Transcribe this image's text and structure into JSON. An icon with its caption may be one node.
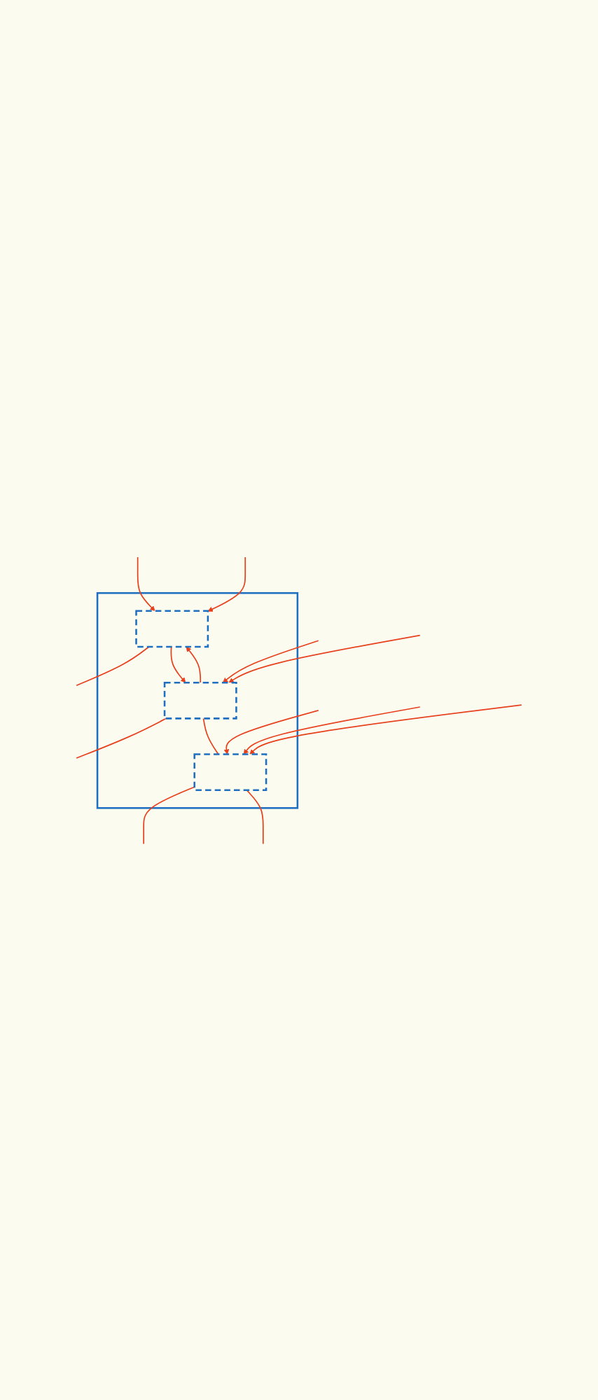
{
  "diagram": {
    "nodes": [
      {
        "text": [],
        "shape": "box"
      },
      {
        "text": [],
        "shape": "box",
        "in": 0
      },
      {
        "text": [],
        "shape": "box",
        "in": 0
      },
      {
        "text": [],
        "shape": "box",
        "in": 0
      }
    ],
    "edges": [
      {
        "from": null,
        "to": 1,
        "arrow": "to"
      },
      {
        "from": null,
        "to": 1,
        "arrow": "to"
      },
      {
        "from": 1,
        "to": null,
        "arrow": "none"
      },
      {
        "from": 2,
        "to": 1,
        "arrow": "to"
      },
      {
        "from": 1,
        "to": 2,
        "arrow": "to"
      },
      {
        "from": null,
        "to": 2,
        "arrow": "to"
      },
      {
        "from": null,
        "to": 2,
        "arrow": "to"
      },
      {
        "from": 2,
        "to": null,
        "arrow": "none"
      },
      {
        "from": 2,
        "to": 3,
        "arrow": "none"
      },
      {
        "from": null,
        "to": 3,
        "arrow": "to"
      },
      {
        "from": null,
        "to": 3,
        "arrow": "to"
      },
      {
        "from": null,
        "to": 3,
        "arrow": "to"
      },
      {
        "from": 3,
        "to": null,
        "arrow": "none"
      },
      {
        "from": 3,
        "to": null,
        "arrow": "none"
      }
    ]
  }
}
